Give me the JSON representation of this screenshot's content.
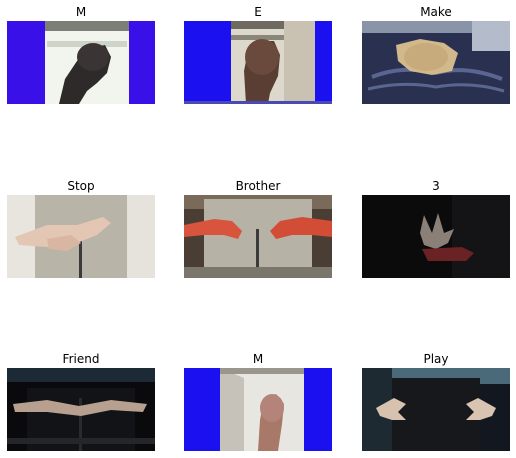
{
  "grid": {
    "tiles": [
      {
        "title": "M"
      },
      {
        "title": "E"
      },
      {
        "title": "Make"
      },
      {
        "title": "Stop"
      },
      {
        "title": "Brother"
      },
      {
        "title": "3"
      },
      {
        "title": "Friend"
      },
      {
        "title": "M"
      },
      {
        "title": "Play"
      }
    ]
  },
  "colors": {
    "background": "#ffffff",
    "blue_border": "#1a10f0",
    "purple_border": "#3a10e8",
    "dark_background": "#0b0b0c",
    "navy_clothing": "#2a3150",
    "gray_clothing": "#b8b4a8",
    "red_glove": "#d8543c",
    "text": "#000000"
  }
}
